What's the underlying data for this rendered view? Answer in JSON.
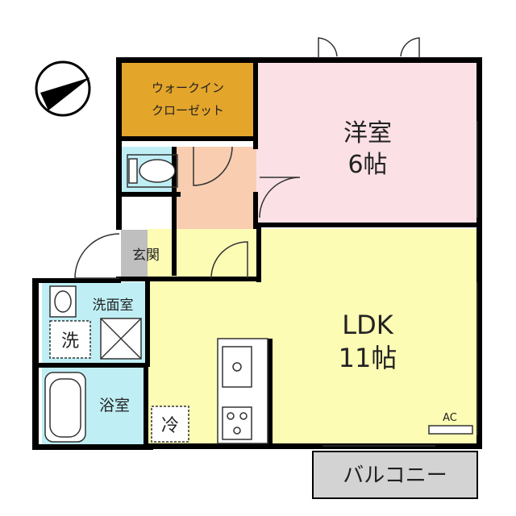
{
  "rooms": {
    "western": {
      "name": "洋室",
      "size": "6帖",
      "color": "#fbe1e6"
    },
    "ldk": {
      "name": "LDK",
      "size": "11帖",
      "color": "#fdfcb4"
    },
    "walk_in_closet": {
      "line1": "ウォークイン",
      "line2": "クローゼット",
      "color": "#e3a52a"
    },
    "entrance": {
      "name": "玄関",
      "color": "#bfbfbf"
    },
    "washroom": {
      "name": "洗面室",
      "color": "#bfeff5"
    },
    "bathroom": {
      "name": "浴室",
      "color": "#bfeff5"
    },
    "toilet": {
      "color": "#bfeff5"
    },
    "hallway": {
      "color": "#f8cdb0"
    },
    "balcony": {
      "name": "バルコニー",
      "color": "#d3d3d3"
    }
  },
  "fixtures": {
    "washer_symbol": "洗",
    "fridge_symbol": "冷",
    "aircon_label": "AC"
  },
  "compass": {
    "direction": "north-pointer",
    "color": "#000000"
  },
  "colors": {
    "wall": "#000000",
    "line": "#333333"
  }
}
